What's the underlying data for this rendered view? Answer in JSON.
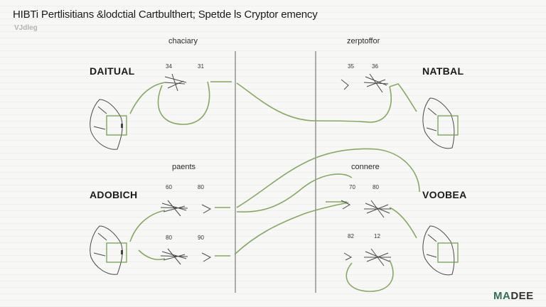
{
  "title": "HIBTi Pertlisitians &lodctial Cartbulthert; Spetde ls Cryptor emency",
  "subtitle": "VJdleg",
  "top_labels": {
    "left": "chaciary",
    "right": "zerptoffor"
  },
  "mid_labels": {
    "left": "paents",
    "right": "connere"
  },
  "side_labels": {
    "top_left": "DAITUAL",
    "top_right": "NATBAL",
    "bottom_left": "ADOBICH",
    "bottom_right": "VOOBEA"
  },
  "numbers": {
    "tl_a": "34",
    "tl_b": "31",
    "tr_a": "35",
    "tr_b": "36",
    "ml_a": "60",
    "ml_b": "80",
    "mr_a": "70",
    "mr_b": "80",
    "bl_a": "80",
    "bl_b": "90",
    "br_a": "82",
    "br_b": "12"
  },
  "logo": {
    "part1": "MA",
    "part2": "DEE"
  },
  "colors": {
    "wire": "#86a95f",
    "background": "#f7f7f6",
    "logo_accent": "#2f6f55"
  }
}
